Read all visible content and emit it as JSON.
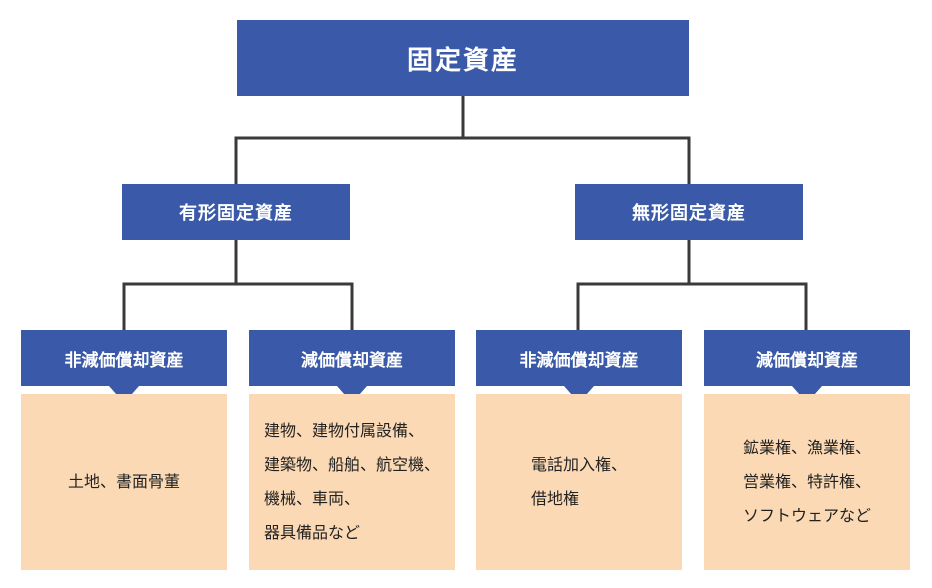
{
  "colors": {
    "node": "#3a5aa9",
    "leaf": "#fbd9b5",
    "connector": "#3a3a3a"
  },
  "root": {
    "label": "固定資産"
  },
  "branches": [
    {
      "label": "有形固定資産",
      "children": [
        {
          "label": "非減価償却資産",
          "items": [
            "土地、書面骨董"
          ]
        },
        {
          "label": "減価償却資産",
          "items": [
            "建物、建物付属設備、",
            "建築物、船舶、航空機、",
            "機械、車両、",
            "器具備品など"
          ]
        }
      ]
    },
    {
      "label": "無形固定資産",
      "children": [
        {
          "label": "非減価償却資産",
          "items": [
            "電話加入権、",
            "借地権"
          ]
        },
        {
          "label": "減価償却資産",
          "items": [
            "鉱業権、漁業権、",
            "営業権、特許権、",
            "ソフトウェアなど"
          ]
        }
      ]
    }
  ]
}
